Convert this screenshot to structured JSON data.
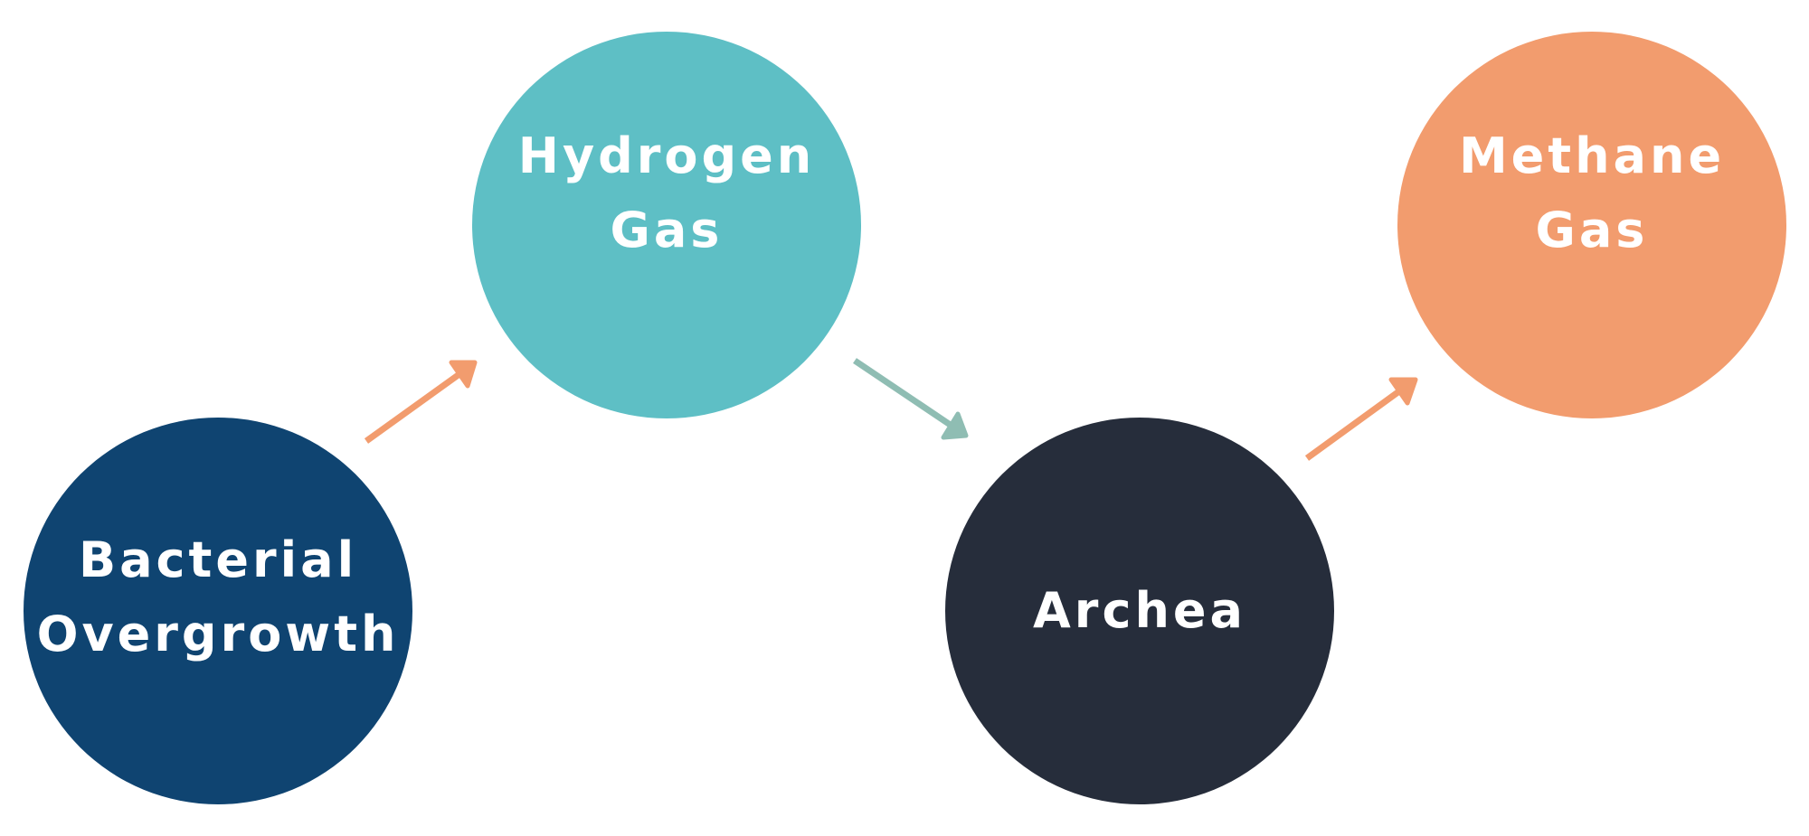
{
  "nodes": {
    "bacterial": {
      "label": "Bacterial\nOvergrowth",
      "color": "#0f4471"
    },
    "hydrogen": {
      "label": "Hydrogen\nGas",
      "color": "#5ebfc5"
    },
    "archea": {
      "label": "Archea",
      "color": "#262d3b"
    },
    "methane": {
      "label": "Methane\nGas",
      "color": "#f29c6e"
    }
  },
  "arrows": {
    "bacterial_to_hydrogen": {
      "from": "Bacterial Overgrowth",
      "to": "Hydrogen Gas",
      "color": "#f29c6e"
    },
    "hydrogen_to_archea": {
      "from": "Hydrogen Gas",
      "to": "Archea",
      "color": "#8fbdb3"
    },
    "archea_to_methane": {
      "from": "Archea",
      "to": "Methane Gas",
      "color": "#f29c6e"
    }
  }
}
